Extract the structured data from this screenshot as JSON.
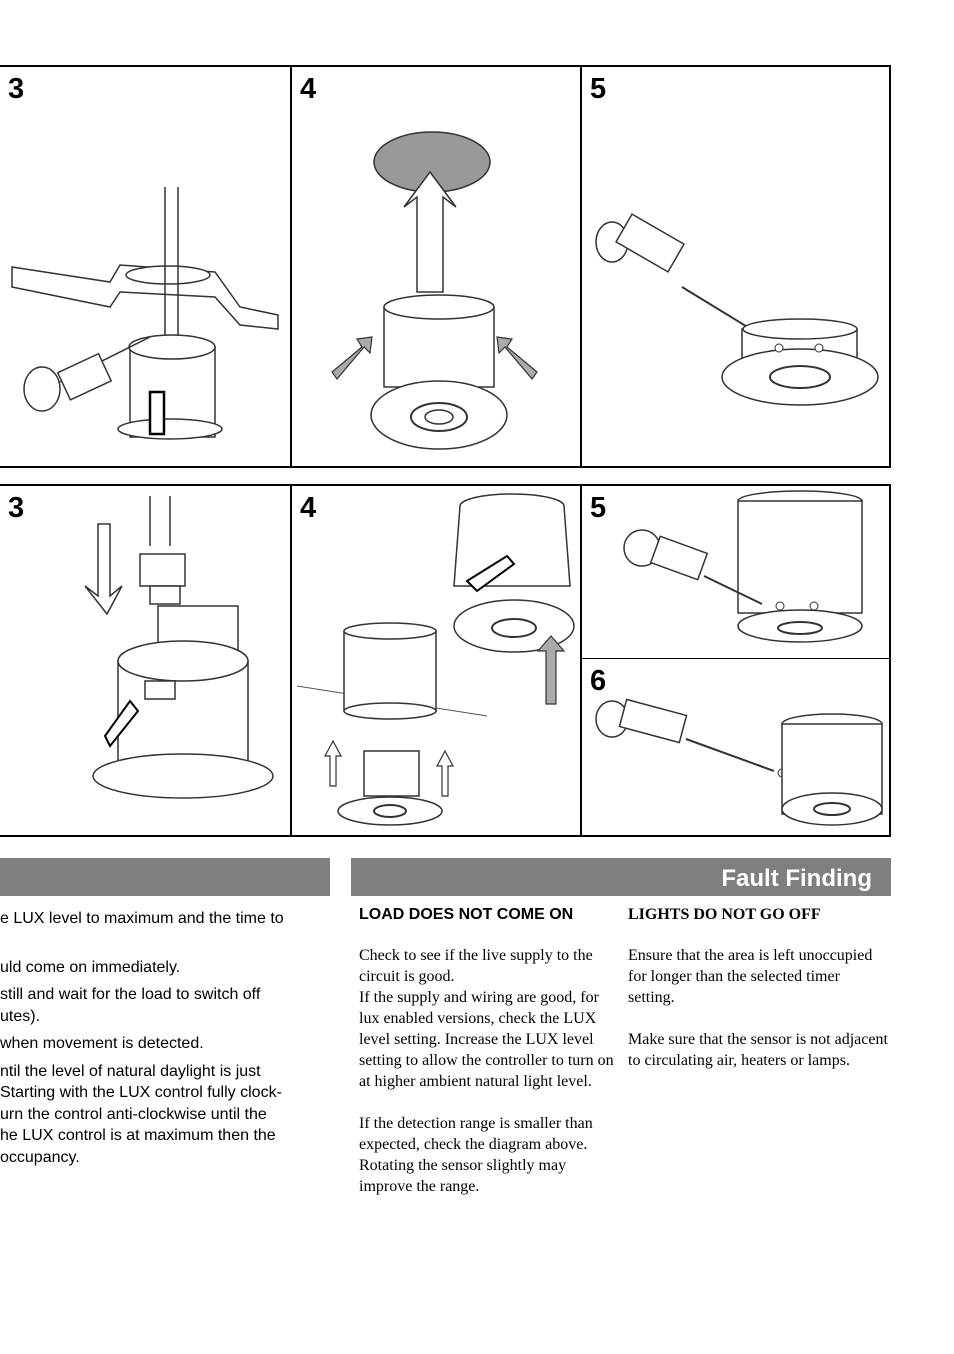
{
  "panels": {
    "row1": [
      "3",
      "4",
      "5"
    ],
    "row2": [
      "3",
      "4",
      "5",
      "6"
    ]
  },
  "fault_finding": {
    "title": "Fault Finding"
  },
  "left_text": [
    "e LUX level to maximum and the time to",
    "uld come on immediately.",
    "still and wait for the load to switch off",
    "utes).",
    " when movement is detected.",
    "ntil the level of natural daylight is just",
    "Starting with the LUX control fully clock-",
    "urn the control anti-clockwise until the",
    "he LUX control is at maximum then the",
    "occupancy."
  ],
  "columns": {
    "load": {
      "heading": "LOAD DOES NOT COME ON",
      "para1": "Check to see if the live supply to the circuit is good.",
      "para2": "If the supply and wiring are good, for lux enabled versions, check the LUX level setting. Increase the LUX level setting to allow the controller to turn on at higher ambient natural light level.",
      "para3": "If the detection range is smaller than expected, check the diagram above. Rotating the sensor slightly may improve the range."
    },
    "lights": {
      "heading": "LIGHTS DO NOT GO OFF",
      "para1": "Ensure that the area is left unoccupied for longer than the selected timer setting.",
      "para2": "Make sure that the sensor is not adjacent to circulating air, heaters or lamps."
    }
  }
}
